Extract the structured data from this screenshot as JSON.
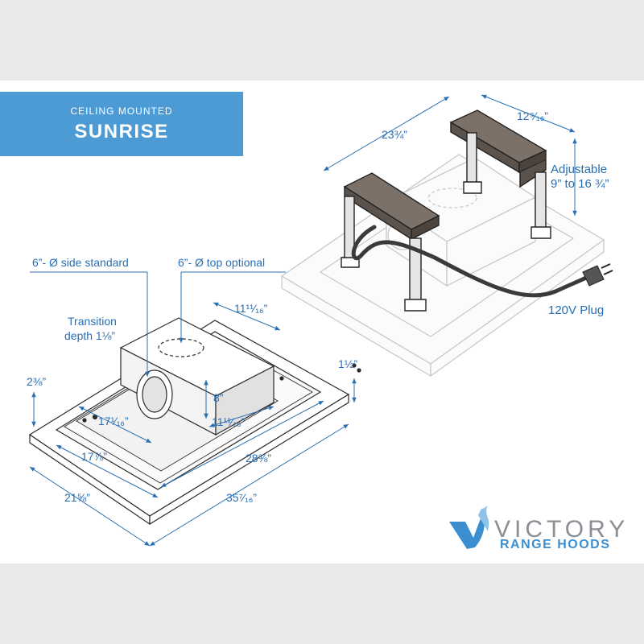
{
  "banner": {
    "subtitle": "CEILING MOUNTED",
    "title": "SUNRISE"
  },
  "labels": {
    "side_duct": "6”- Ø side standard",
    "top_duct": "6”- Ø top optional",
    "transition_line1": "Transition",
    "transition_line2": "depth 1⅛”",
    "box_depth_top": "11¹¹⁄₁₆”",
    "box_depth_bottom": "11¹¹⁄₁₆”",
    "box_height": "8”",
    "box_width": "17¹⁄₁₆”",
    "inner_offset": "2⅜”",
    "thickness": "1½”",
    "inner_depth": "17⅞”",
    "inner_width": "28⅜”",
    "outer_depth": "21⅝”",
    "outer_width": "35⁷⁄₁₆”",
    "bracket_width": "23¾”",
    "bracket_depth": "12⁹⁄₁₆”",
    "adjustable_line1": "Adjustable",
    "adjustable_line2": "9” to 16 ¾”",
    "plug": "120V Plug"
  },
  "brand": {
    "name": "VICTORY",
    "tagline": "RANGE HOODS",
    "colors": {
      "accent": "#3b8fd0",
      "grey": "#8a8f96",
      "banner": "#4c9bd5",
      "label": "#2a6fb3"
    }
  }
}
